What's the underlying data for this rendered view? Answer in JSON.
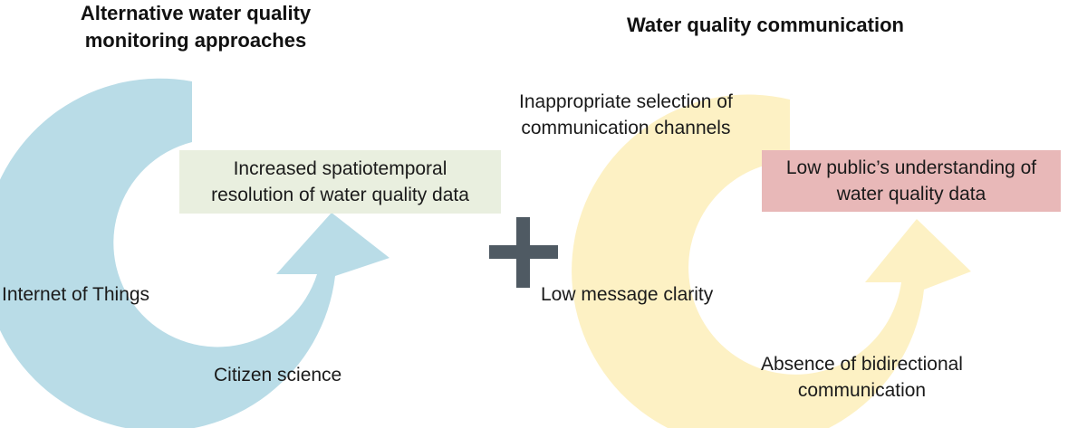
{
  "left_panel": {
    "title_lines": [
      "Alternative water quality",
      "monitoring approaches"
    ],
    "arrow_color": "#b9dce7",
    "result_box": {
      "lines": [
        "Increased spatiotemporal",
        "resolution of water quality data"
      ],
      "color": "#e9efdf"
    },
    "factors": {
      "iot": "Internet of Things",
      "citizen": "Citizen science"
    }
  },
  "plus_sign": {
    "color": "#4f5a63"
  },
  "right_panel": {
    "title": "Water quality communication",
    "arrow_color": "#fdf1c4",
    "result_box": {
      "lines": [
        "Low public’s understanding of",
        "water quality data"
      ],
      "color": "#e8b8b8"
    },
    "factors": {
      "channels_lines": [
        "Inappropriate selection of",
        "communication channels"
      ],
      "clarity": "Low message clarity",
      "bidirectional_lines": [
        "Absence of bidirectional",
        "communication"
      ]
    }
  }
}
